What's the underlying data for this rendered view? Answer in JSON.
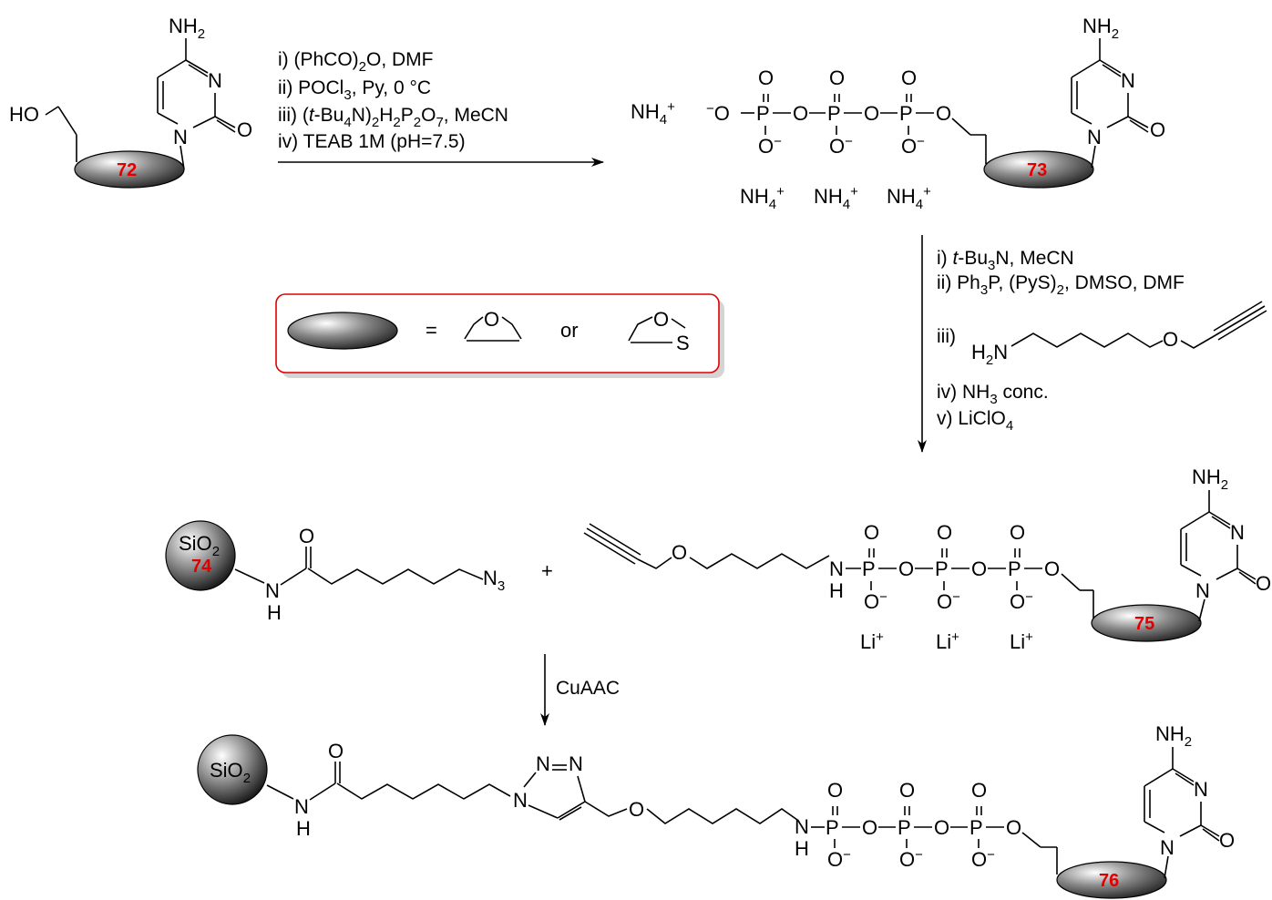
{
  "compounds": {
    "c72": "72",
    "c73": "73",
    "c74": "74",
    "c75": "75",
    "c76": "76"
  },
  "atoms": {
    "nh2": "NH",
    "two": "2",
    "n": "N",
    "o": "O",
    "ho": "HO",
    "p": "P",
    "minus": "−",
    "o_minus": "O",
    "nh4": "NH",
    "four": "4",
    "plus": "+",
    "li": "Li",
    "h": "H",
    "n3": "N",
    "three": "3",
    "s": "S",
    "sio": "SiO",
    "sio_sub": "2"
  },
  "step1": {
    "i": "i)  (PhCO)",
    "i_sub": "2",
    "i_rest": "O, DMF",
    "ii": "ii)  POCl",
    "ii_sub": "3",
    "ii_rest": ", Py,  0 °C",
    "iii_a": "iii)  (",
    "iii_t": "t",
    "iii_b": "-Bu",
    "iii_s1": "4",
    "iii_c": "N)",
    "iii_s2": "2",
    "iii_d": "H",
    "iii_s3": "2",
    "iii_e": "P",
    "iii_s4": "2",
    "iii_f": "O",
    "iii_s5": "7",
    "iii_g": ", MeCN",
    "iv": "iv)  TEAB 1M (pH=7.5)"
  },
  "step2": {
    "i_a": "i)  ",
    "i_t": "t",
    "i_b": "-Bu",
    "i_s": "3",
    "i_c": "N, MeCN",
    "ii_a": "ii)  Ph",
    "ii_s1": "3",
    "ii_b": "P,  (PyS)",
    "ii_s2": "2",
    "ii_c": ", DMSO, DMF",
    "iii": "iii)",
    "h2n_h": "H",
    "h2n_s": "2",
    "h2n_n": "N",
    "iv_a": "iv)  NH",
    "iv_s": "3",
    "iv_b": " conc.",
    "v_a": "v)   LiClO",
    "v_s": "4"
  },
  "legend": {
    "equals": "=",
    "or": "or"
  },
  "step3": {
    "label": "CuAAC"
  },
  "plus_sign": "+"
}
